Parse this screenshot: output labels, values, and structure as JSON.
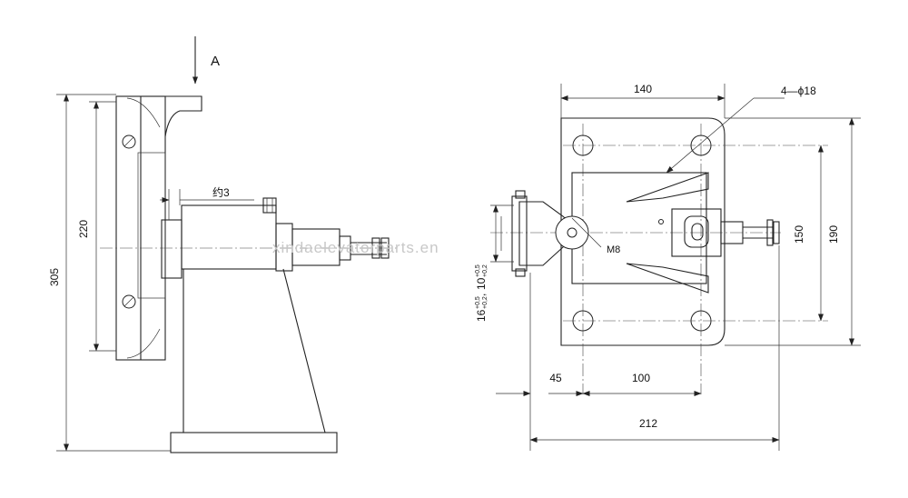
{
  "view_label": "A",
  "side_view": {
    "dim_height_total": "305",
    "dim_height_inner": "220",
    "dim_gap": "约3"
  },
  "front_view": {
    "dim_width_top": "140",
    "dim_holes": "4—ϕ18",
    "dim_height_inner": "150",
    "dim_height_outer": "190",
    "dim_left_offset": "45",
    "dim_hole_spacing": "100",
    "dim_width_total": "212",
    "thread_label": "M8",
    "tolerance_a_base": "16",
    "tolerance_a_upper": "+0,5",
    "tolerance_a_lower": "+0,2",
    "tolerance_sep": ",",
    "tolerance_b_base": "10",
    "tolerance_b_upper": "+0,5",
    "tolerance_b_lower": "+0,2"
  },
  "watermark": "xindaelevatorparts.en"
}
